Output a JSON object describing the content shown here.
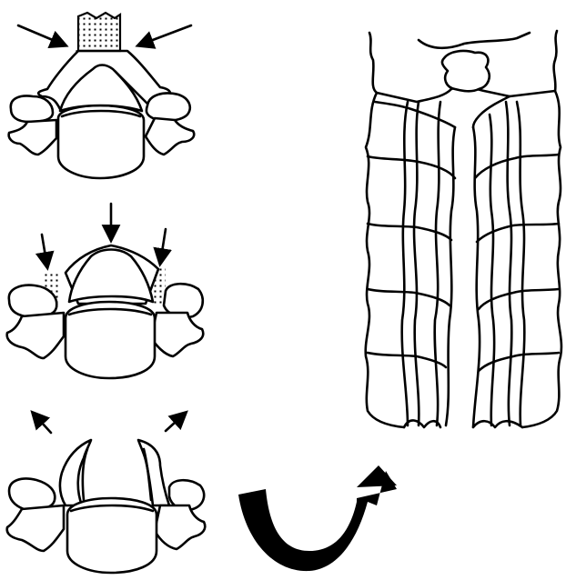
{
  "figure": {
    "panels": [
      {
        "name": "anterior-compression",
        "arrow_icon": "arrow-icon",
        "dotted_region": "bone-block"
      },
      {
        "name": "vertical-compression",
        "arrow_icon": "arrow-icon",
        "dotted_region": "joint-gaps"
      },
      {
        "name": "lamina-separation",
        "arrow_icon": "arrow-icon"
      }
    ],
    "spine_view_icon": "laminoplasty-spine-icon",
    "curved_arrow_icon": "curved-arrow-icon",
    "colors": {
      "line": "#000000",
      "background": "#ffffff",
      "fill": "#ffffff"
    }
  }
}
